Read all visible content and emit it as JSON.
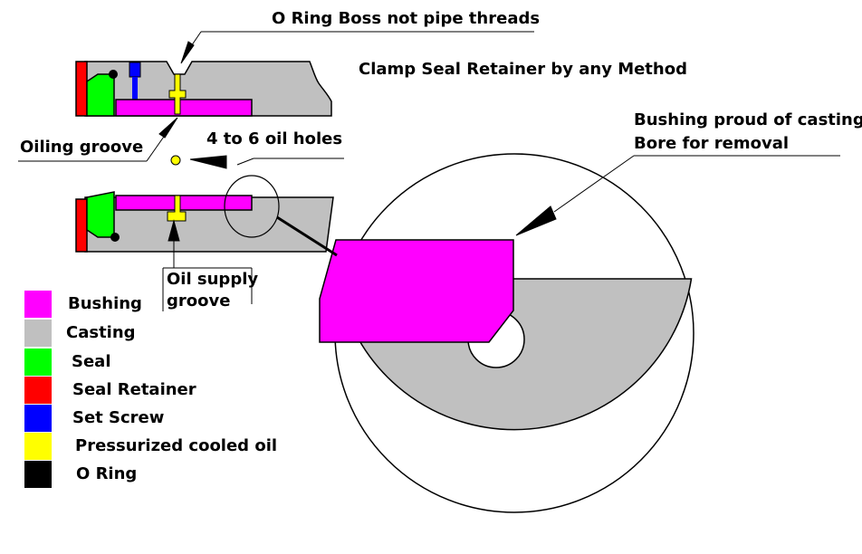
{
  "labels": {
    "o_ring_boss": "O Ring Boss not pipe threads",
    "clamp": "Clamp Seal Retainer by any Method",
    "bushing_proud_1": "Bushing proud of casting",
    "bushing_proud_2": "Bore for removal",
    "oiling_groove": "Oiling groove",
    "oil_holes": "4 to 6 oil holes",
    "oil_supply_1": "Oil supply",
    "oil_supply_2": "groove"
  },
  "legend": [
    {
      "label": "Bushing",
      "color": "#ff00ff"
    },
    {
      "label": "Casting",
      "color": "#c0c0c0"
    },
    {
      "label": "Seal",
      "color": "#00ff00"
    },
    {
      "label": "Seal Retainer",
      "color": "#ff0000"
    },
    {
      "label": "Set Screw",
      "color": "#0000ff"
    },
    {
      "label": "Pressurized cooled oil",
      "color": "#ffff00"
    },
    {
      "label": "O Ring",
      "color": "#000000"
    }
  ],
  "colors": {
    "bushing": "#ff00ff",
    "casting": "#c0c0c0",
    "seal": "#00ff00",
    "seal_retainer": "#ff0000",
    "set_screw": "#0000ff",
    "oil": "#ffff00",
    "o_ring": "#000000"
  }
}
